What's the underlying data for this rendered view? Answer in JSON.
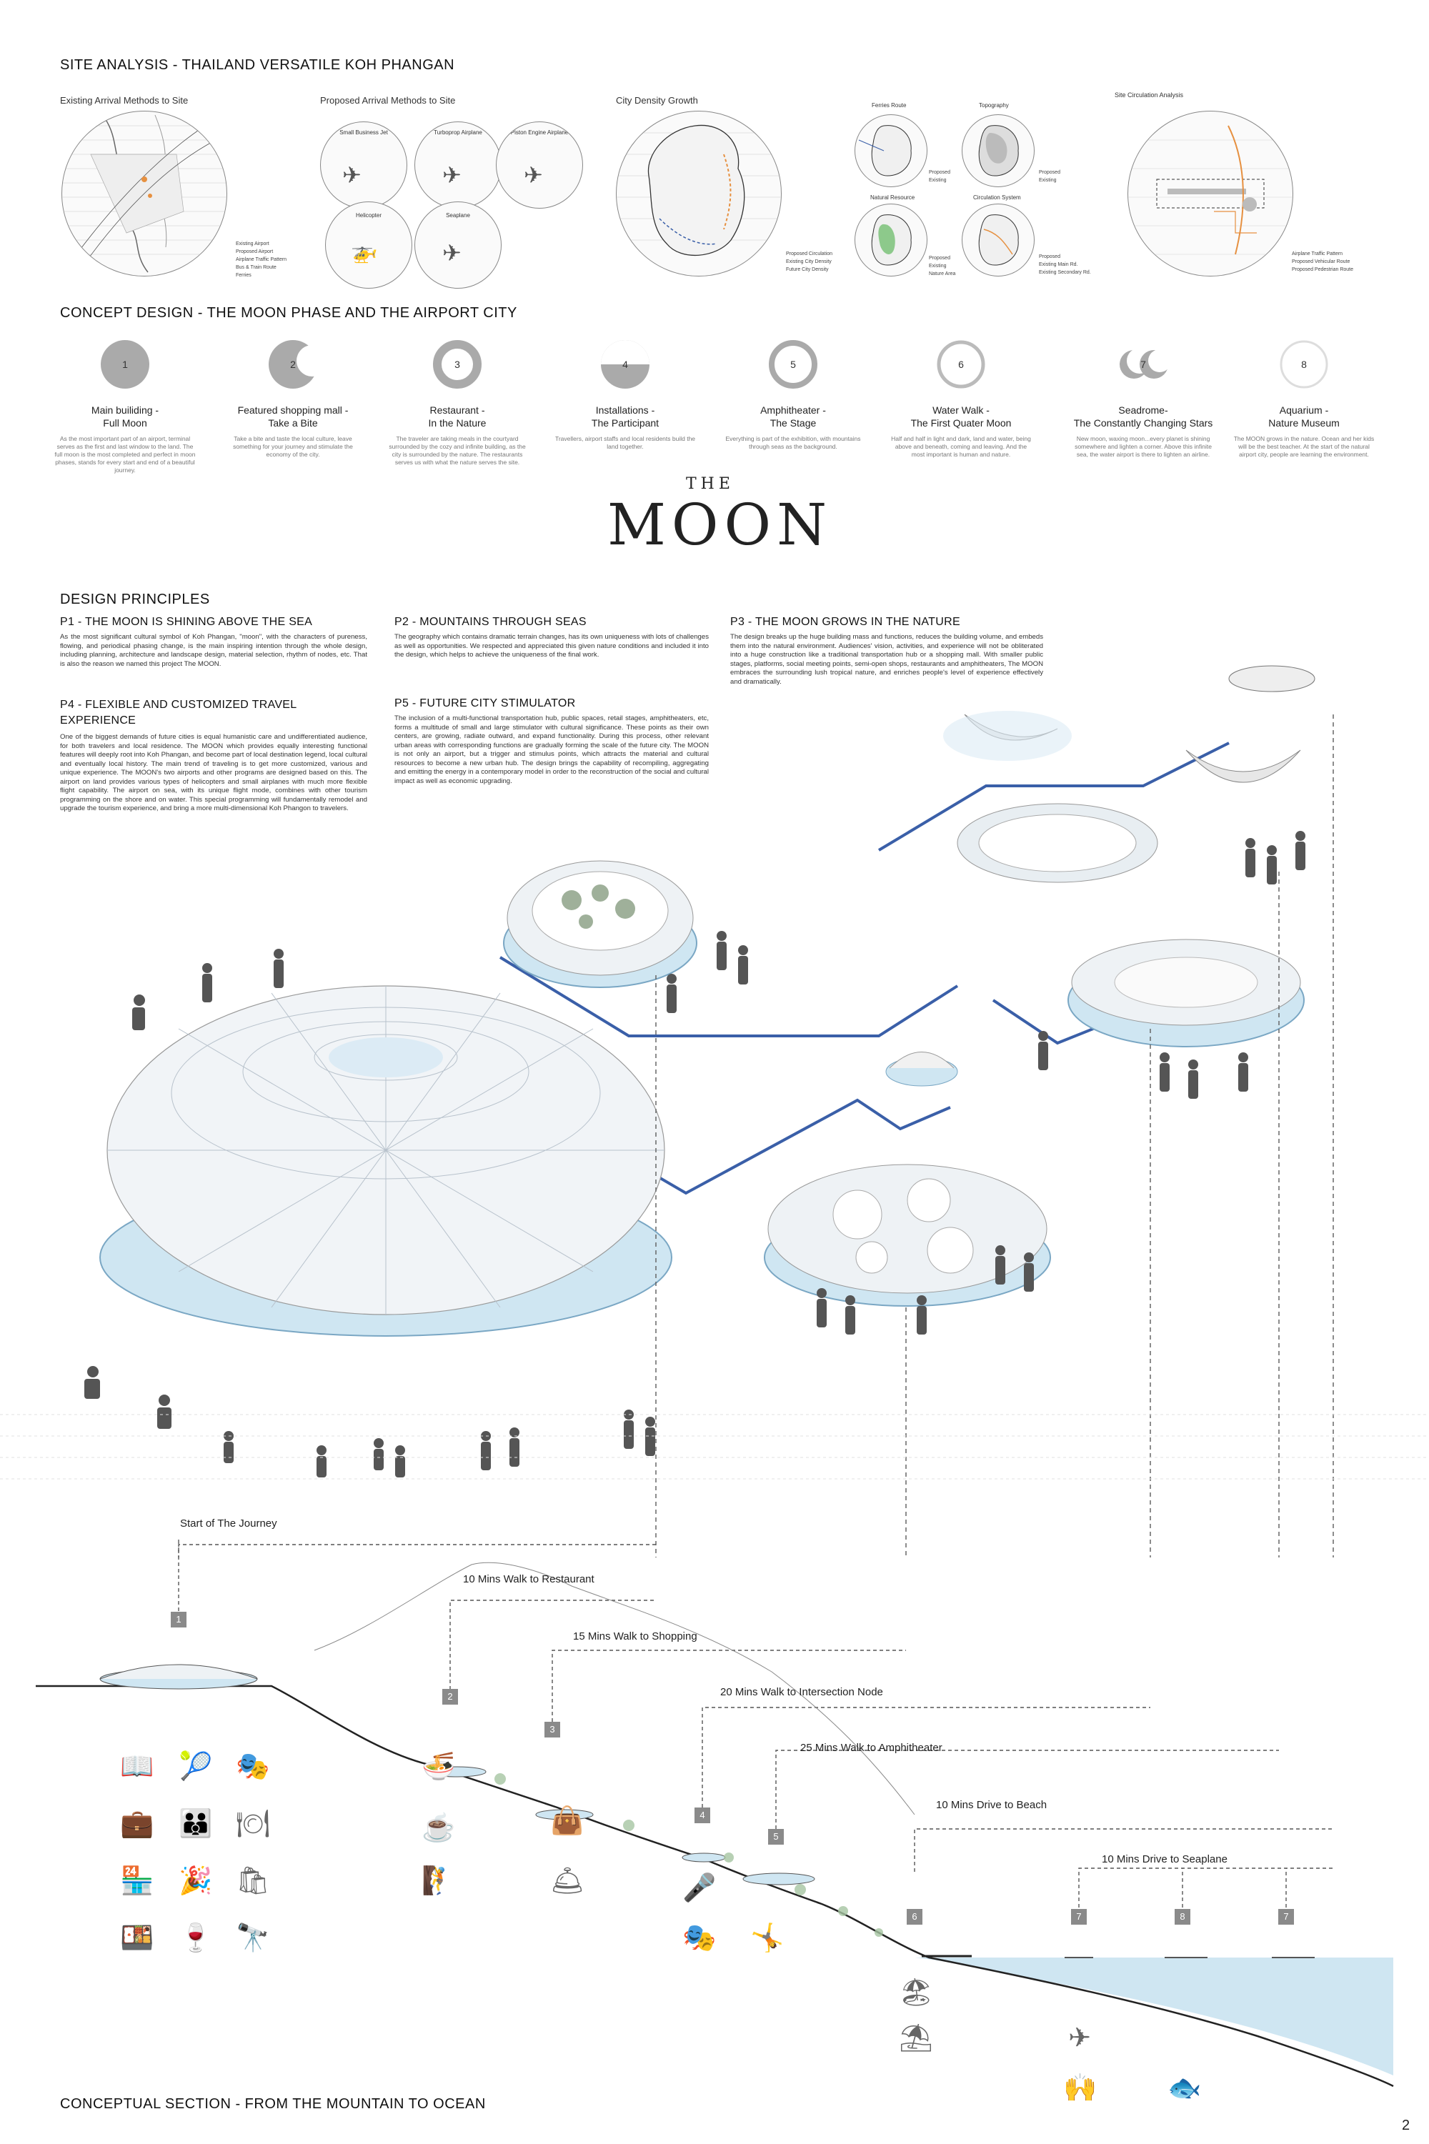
{
  "site_analysis": {
    "title": "SITE ANALYSIS - THAILAND VERSATILE KOH PHANGAN",
    "existing": {
      "label": "Existing Arrival Methods to Site",
      "legend": [
        "Existing Airport",
        "Proposed Airport",
        "Airplane Traffic Pattern",
        "Bus & Train Route",
        "Ferries"
      ]
    },
    "proposed": {
      "label": "Proposed Arrival Methods to Site",
      "aircraft": [
        "Small Business Jet",
        "Turboprop Airplane",
        "Piston Engine Airplane",
        "Helicopter",
        "Seaplane"
      ]
    },
    "density": {
      "label": "City Density Growth",
      "legend": [
        "Proposed Circulation",
        "Existing City Density",
        "Future City Density"
      ]
    },
    "maps": {
      "ferries": "Ferries Route",
      "topography": "Topography",
      "natural": "Natural Resource",
      "circulation": "Circulation System",
      "legend_ferries": [
        "Proposed",
        "Existing"
      ],
      "legend_topo": [
        "Proposed",
        "Existing"
      ],
      "legend_natural": [
        "Proposed",
        "Existing",
        "Nature Area"
      ],
      "legend_circ": [
        "Proposed",
        "Existing Main Rd.",
        "Existing Secondary Rd."
      ]
    },
    "circulation": {
      "label": "Site Circulation Analysis",
      "legend": [
        "Airplane Traffic Pattern",
        "Proposed Vehicular Route",
        "Proposed Pedestrian Route"
      ]
    }
  },
  "concept": {
    "title": "CONCEPT DESIGN - THE MOON PHASE AND THE AIRPORT CITY",
    "phases": [
      {
        "num": "1",
        "title1": "Main builiding -",
        "title2": "Full Moon",
        "desc": "As the most important part of an airport, terminal serves as the first and last window to the land. The full moon is the most completed and perfect in moon phases, stands for every start and end of a beautiful journey."
      },
      {
        "num": "2",
        "title1": "Featured shopping mall -",
        "title2": "Take a Bite",
        "desc": "Take a bite and taste the local culture, leave something for your journey and stimulate the economy of the city."
      },
      {
        "num": "3",
        "title1": "Restaurant -",
        "title2": "In the Nature",
        "desc": "The traveler are taking meals in the courtyard surrounded by the cozy and infinite building, as the city is surrounded by the nature. The restaurants serves us with what the nature serves the site."
      },
      {
        "num": "4",
        "title1": "Installations -",
        "title2": "The Participant",
        "desc": "Travellers, airport staffs and local residents build the land together."
      },
      {
        "num": "5",
        "title1": "Amphitheater -",
        "title2": "The Stage",
        "desc": "Everything is part of the exhibition, with mountains through seas as the background."
      },
      {
        "num": "6",
        "title1": "Water Walk -",
        "title2": "The First Quater Moon",
        "desc": "Half and half in light and dark, land and water, being above and beneath, coming and leaving. And the most important is human and nature."
      },
      {
        "num": "7",
        "title1": "Seadrome-",
        "title2": "The Constantly Changing Stars",
        "desc": "New moon, waxing moon...every planet is shining somewhere and lighten a corner. Above this infinite sea, the water airport is there to lighten an airline."
      },
      {
        "num": "8",
        "title1": "Aquarium -",
        "title2": "Nature Museum",
        "desc": "The MOON grows in the nature. Ocean and her kids will be the best teacher. At the start of the natural airport city, people are learning the environment."
      }
    ]
  },
  "logo": {
    "top": "THE",
    "main": "MOON"
  },
  "principles": {
    "title": "DESIGN PRINCIPLES",
    "p1_title": "P1 - THE MOON IS SHINING ABOVE THE SEA",
    "p1_body": "As the most significant cultural symbol of Koh Phangan, \"moon\", with the characters of pureness, flowing, and periodical phasing change, is the main inspiring intention through the whole design, including planning, architecture and landscape design, material selection, rhythm of nodes, etc. That is also the reason we named this project The MOON.",
    "p2_title": "P2 - MOUNTAINS THROUGH SEAS",
    "p2_body": "The geography which contains dramatic terrain changes, has its own uniqueness with lots of challenges as well as opportunities. We respected and appreciated this given nature conditions and included it into the design, which helps to achieve the uniqueness of the final work.",
    "p3_title": "P3 - THE MOON GROWS IN THE NATURE",
    "p3_body": "The design breaks up the huge building mass and functions, reduces the building volume, and embeds them into the natural environment. Audiences' vision, activities, and experience will not be obliterated into a huge construction like a traditional transportation hub or a shopping mall. With smaller public stages, platforms, social meeting points, semi-open shops, restaurants and amphitheaters, The MOON embraces the surrounding lush tropical nature, and enriches people's level of experience effectively and dramatically.",
    "p4_title": "P4 - FLEXIBLE AND CUSTOMIZED TRAVEL EXPERIENCE",
    "p4_body": "One of the biggest demands of future cities is equal humanistic care and undifferentiated audience, for both travelers and local residence. The MOON which provides equally interesting functional features will deeply root into Koh Phangan, and become part of local destination legend, local cultural and eventually local history. The main trend of traveling is to get more customized, various and unique experience. The MOON's two airports and other programs are designed based on this. The airport on land provides various types of helicopters and small airplanes with much more flexible flight capability. The airport on sea, with its unique flight mode, combines with other tourism programming on the shore and on water. This special programming will fundamentally remodel and upgrade the tourism experience, and bring a more multi-dimensional Koh Phangon to travelers.",
    "p5_title": "P5 - FUTURE CITY STIMULATOR",
    "p5_body": "The inclusion of a multi-functional transportation hub, public spaces, retail stages, amphitheaters, etc, forms a multitude of small and large stimulator with cultural significance. These points as their own centers, are growing, radiate outward, and expand functionality. During this process, other relevant urban areas with corresponding functions are gradually forming the scale of the future city. The MOON is not only an airport, but a trigger and stimulus points, which attracts the material and cultural resources to become a new urban hub. The design brings the capability of recompiling, aggregating and emitting the energy in a contemporary model in order to the reconstruction of the social and cultural impact as well as economic upgrading."
  },
  "section": {
    "title": "CONCEPTUAL SECTION - FROM THE MOUNTAIN TO OCEAN",
    "routes": [
      "Start of The Journey",
      "10 Mins Walk to Restaurant",
      "15 Mins Walk to Shopping",
      "20 Mins Walk to Intersection Node",
      "25 Mins Walk to Amphitheater",
      "10 Mins Drive to Beach",
      "10 Mins Drive to Seaplane"
    ],
    "markers": [
      "1",
      "2",
      "3",
      "4",
      "5",
      "6",
      "7",
      "8",
      "7"
    ]
  },
  "page_number": "2",
  "colors": {
    "connector": "#3a5fa8",
    "water": "#cfe6f2",
    "moon": "#aaaaaa"
  }
}
